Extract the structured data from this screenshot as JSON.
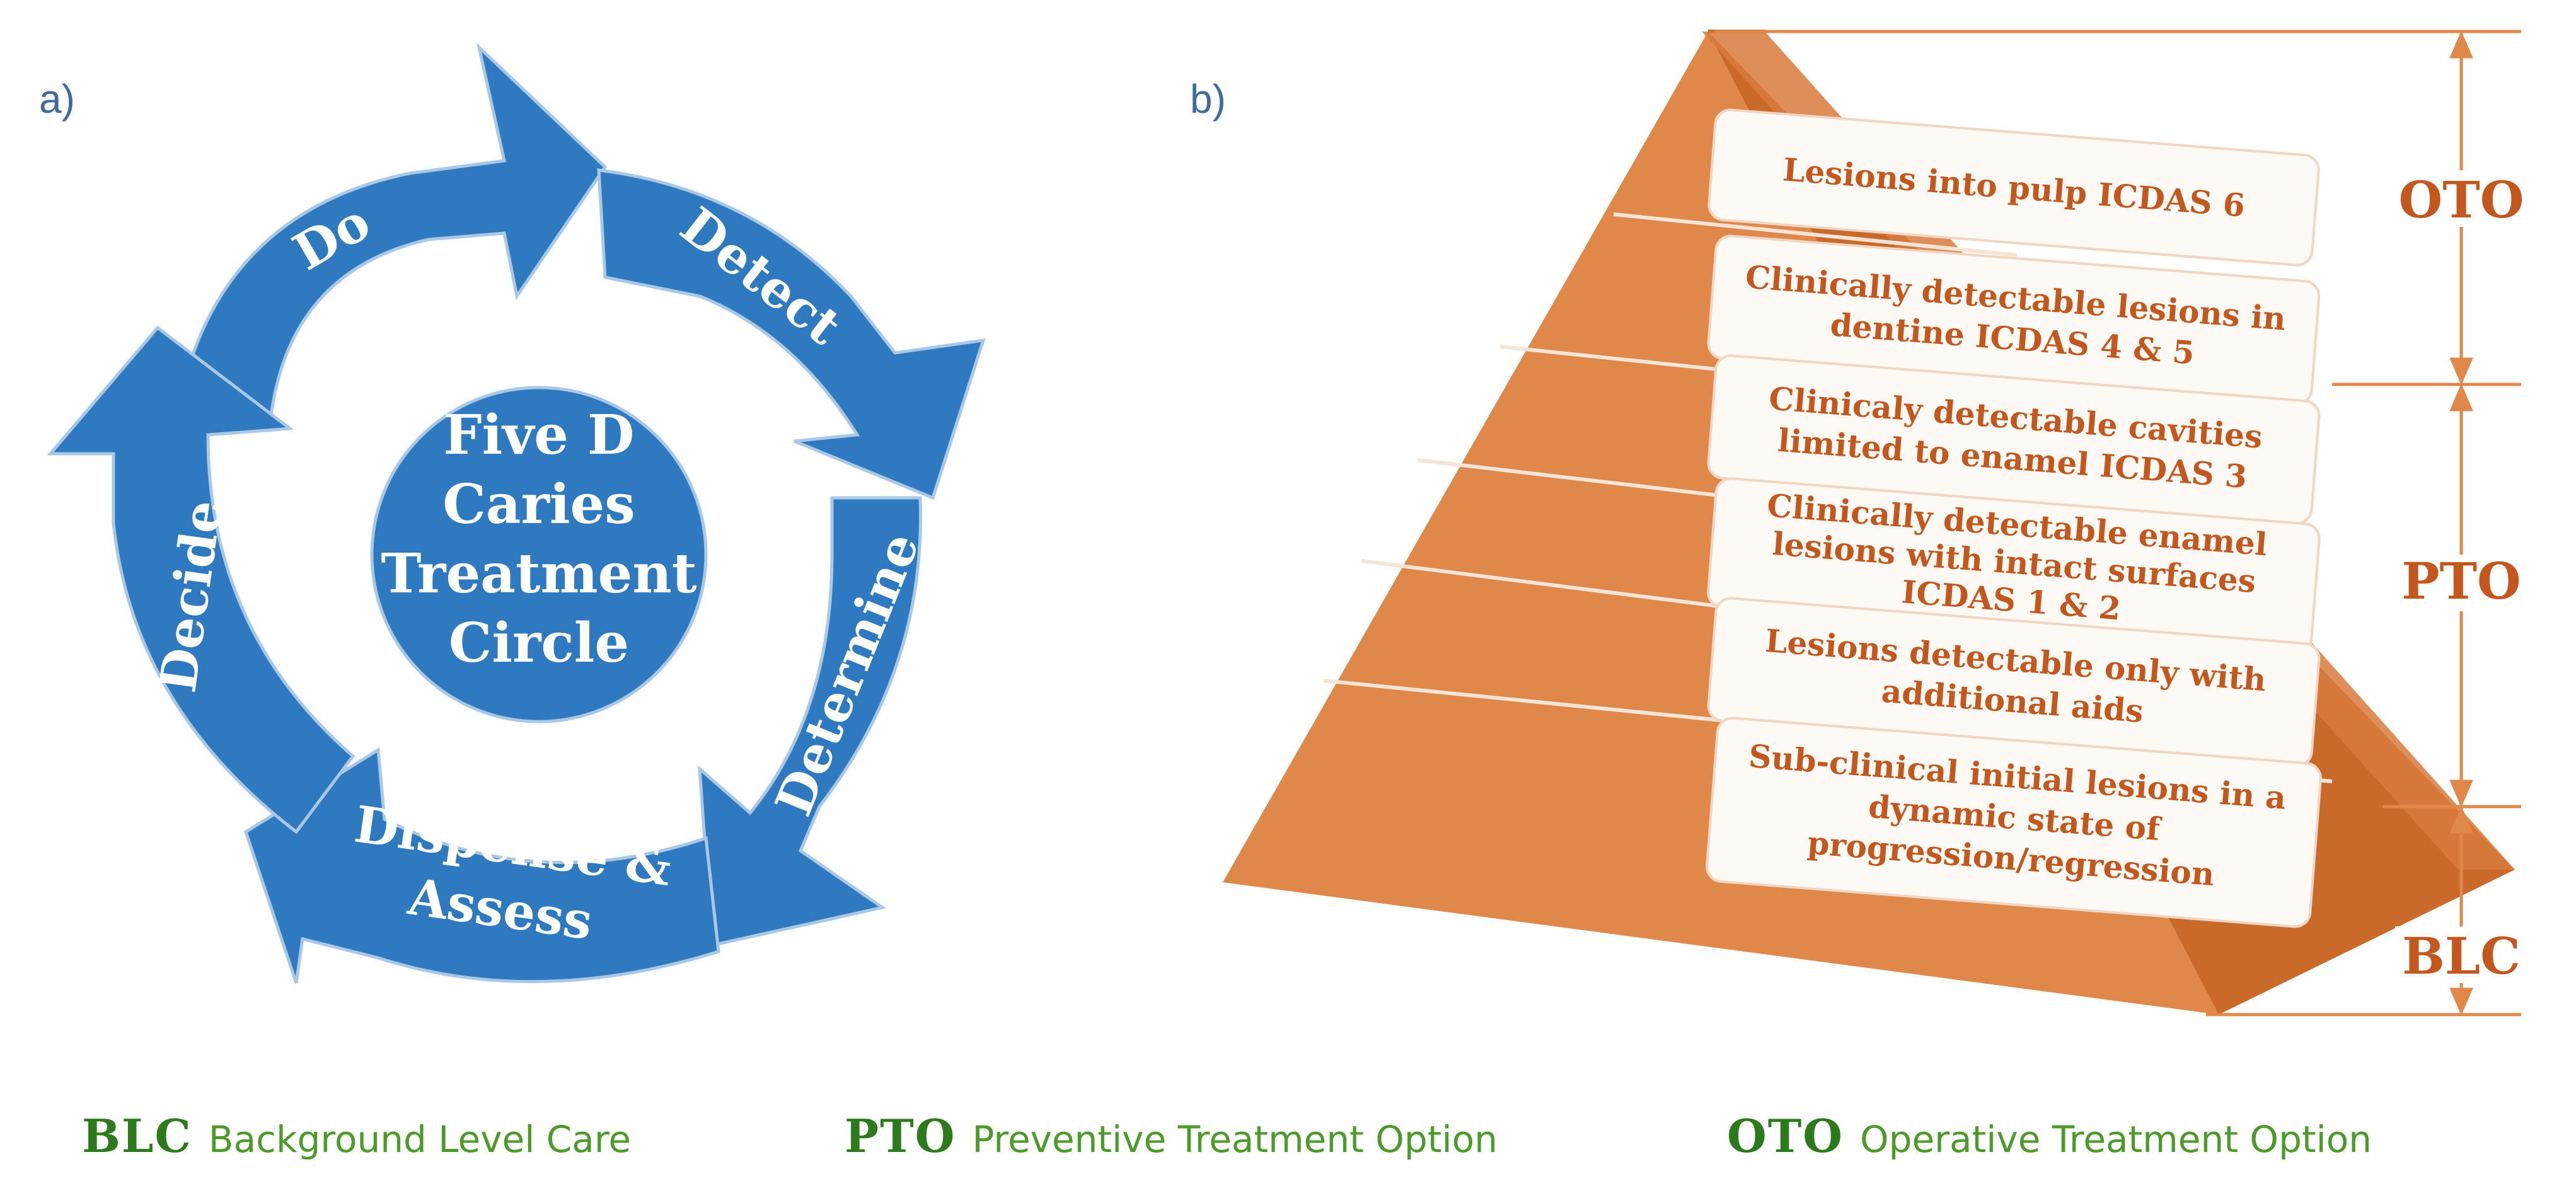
{
  "panel_a": {
    "label": "a)",
    "center_title": [
      "Five D",
      "Caries",
      "Treatment",
      "Circle"
    ],
    "steps": {
      "do": "Do",
      "detect": "Detect",
      "determine": "Determine",
      "dispense": [
        "Dispense &",
        "Assess"
      ],
      "decide": "Decide"
    },
    "colors": {
      "arrow": "#2f79c0",
      "arrow_dark": "#1f5d99",
      "text": "#ffffff"
    }
  },
  "panel_b": {
    "label": "b)",
    "levels": [
      {
        "lines": [
          "Lesions into pulp ICDAS 6"
        ]
      },
      {
        "lines": [
          "Clinically detectable lesions in",
          "dentine ICDAS 4 & 5"
        ]
      },
      {
        "lines": [
          "Clinicaly detectable cavities",
          "limited to enamel ICDAS 3"
        ]
      },
      {
        "lines": [
          "Clinically detectable enamel",
          "lesions with intact surfaces",
          "ICDAS 1 & 2"
        ]
      },
      {
        "lines": [
          "Lesions detectable only with",
          "additional aids"
        ]
      },
      {
        "lines": [
          "Sub-clinical initial lesions in a",
          "dynamic state of",
          "progression/regression"
        ]
      }
    ],
    "brackets": [
      "OTO",
      "PTO",
      "BLC"
    ],
    "colors": {
      "pyramid": "#e0874a",
      "pyramid_dark": "#c96a2b",
      "text": "#c4571e"
    }
  },
  "legend": [
    {
      "abbr": "BLC",
      "description": "Background Level Care"
    },
    {
      "abbr": "PTO",
      "description": "Preventive Treatment Option"
    },
    {
      "abbr": "OTO",
      "description": "Operative Treatment Option"
    }
  ]
}
